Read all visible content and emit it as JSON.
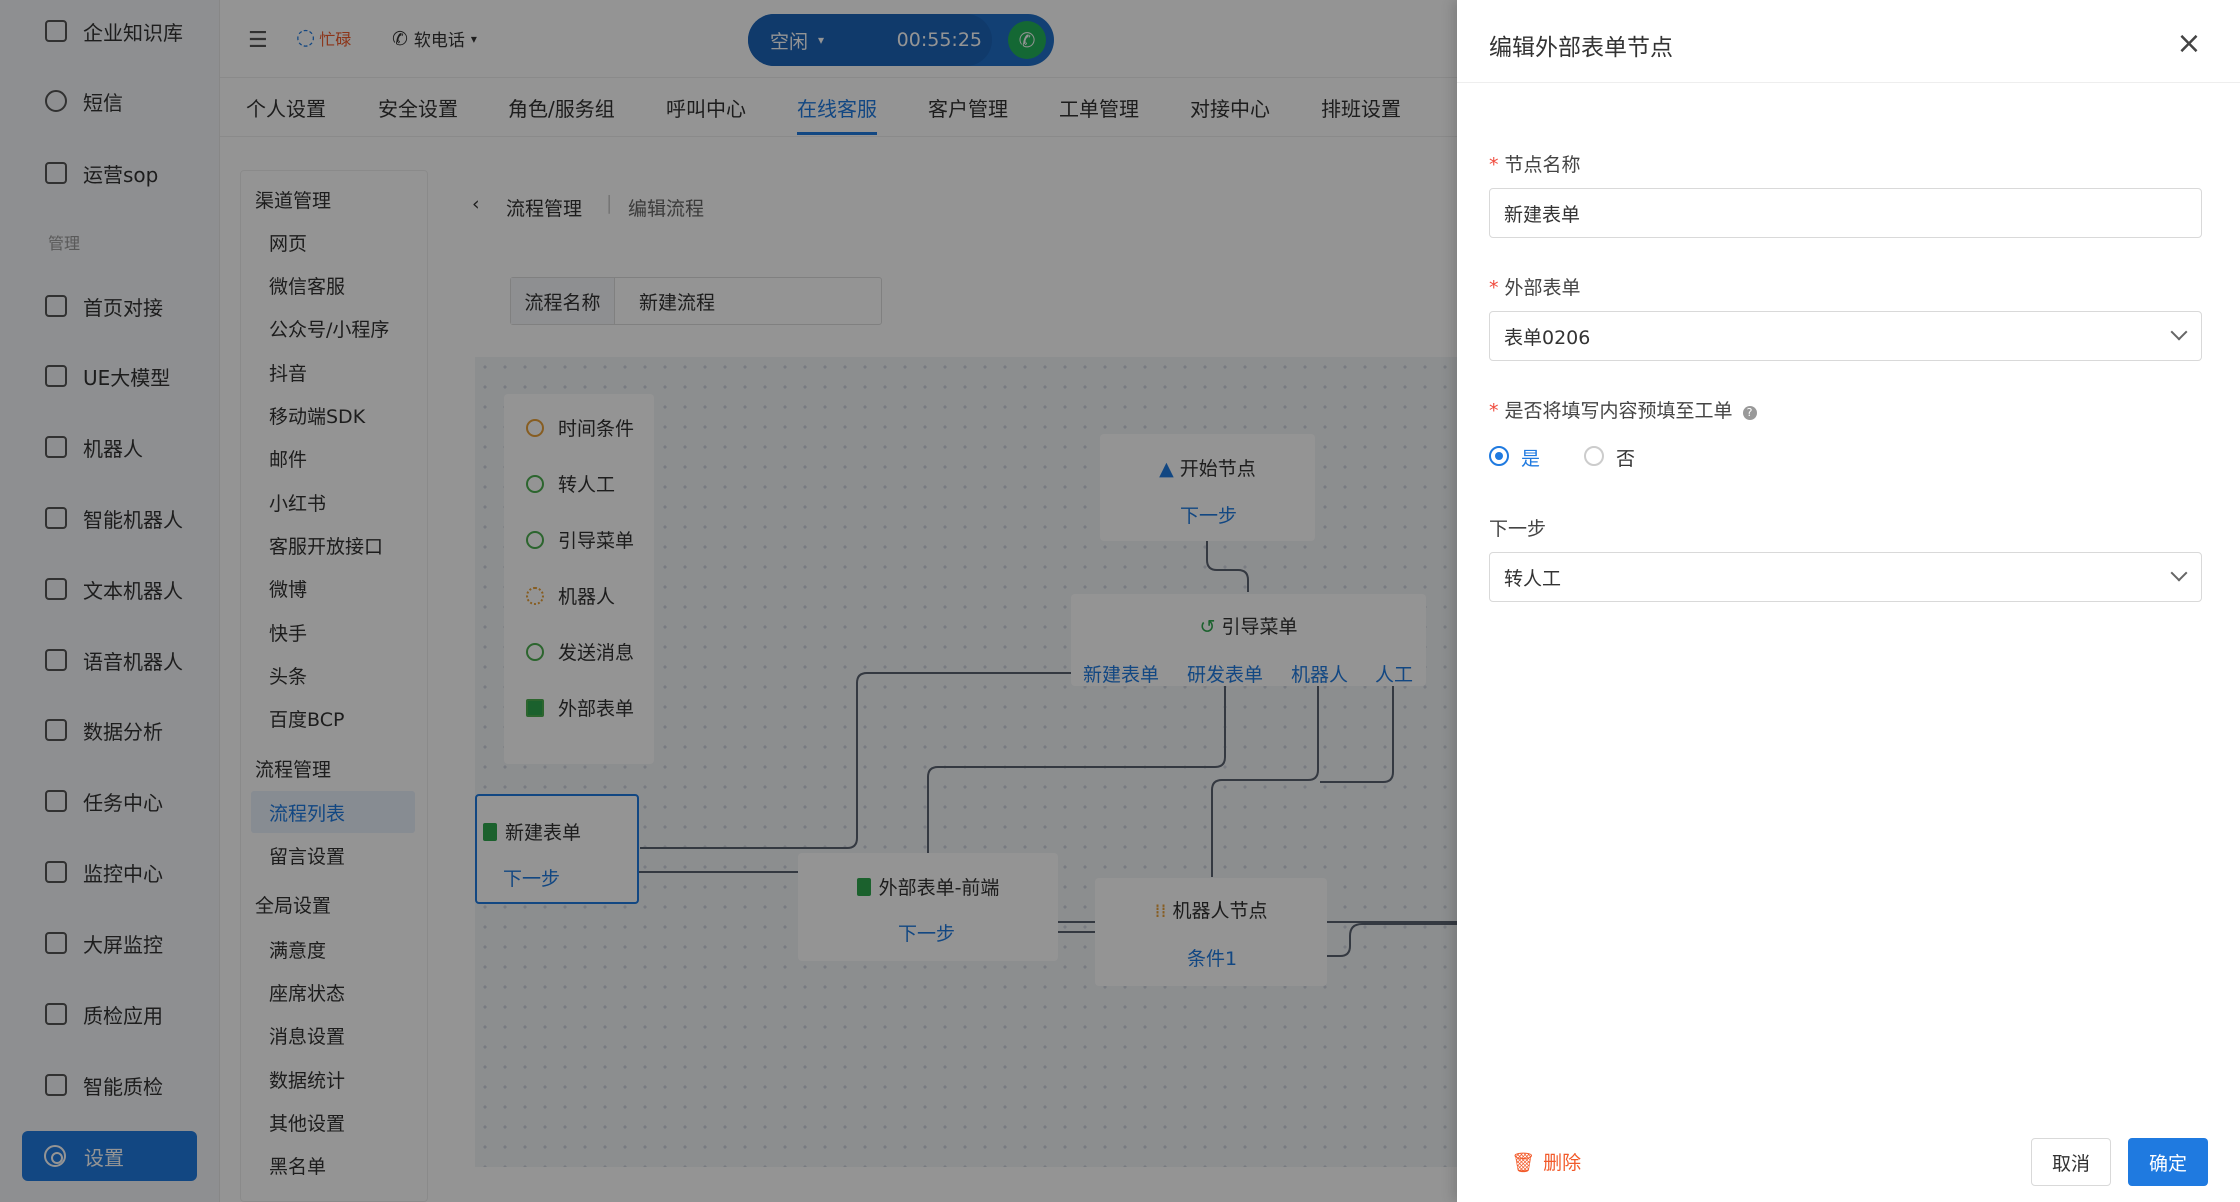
{
  "app_nav": {
    "items_top": [
      "企业知识库",
      "短信",
      "运营sop"
    ],
    "section_label": "管理",
    "items": [
      "首页对接",
      "UE大模型",
      "机器人",
      "智能机器人",
      "文本机器人",
      "语音机器人",
      "数据分析",
      "任务中心",
      "监控中心",
      "大屏监控",
      "质检应用",
      "智能质检"
    ],
    "settings_label": "设置"
  },
  "topbar": {
    "busy_label": "忙碌",
    "softphone_label": "软电话",
    "status_label": "空闲",
    "timer": "00:55:25"
  },
  "tabs": [
    "个人设置",
    "安全设置",
    "角色/服务组",
    "呼叫中心",
    "在线客服",
    "客户管理",
    "工单管理",
    "对接中心",
    "排班设置"
  ],
  "submenu": {
    "group1": "渠道管理",
    "channels": [
      "网页",
      "微信客服",
      "公众号/小程序",
      "抖音",
      "移动端SDK",
      "邮件",
      "小红书",
      "客服开放接口",
      "微博",
      "快手",
      "头条",
      "百度BCP"
    ],
    "group2": "流程管理",
    "flow_active": "流程列表",
    "flow_items": [
      "留言设置"
    ],
    "group3": "全局设置",
    "global_items": [
      "满意度",
      "座席状态",
      "消息设置",
      "数据统计",
      "其他设置",
      "黑名单"
    ]
  },
  "breadcrumb": {
    "parent": "流程管理",
    "current": "编辑流程"
  },
  "flow_name": {
    "label": "流程名称",
    "value": "新建流程"
  },
  "palette": [
    "时间条件",
    "转人工",
    "引导菜单",
    "机器人",
    "发送消息",
    "外部表单"
  ],
  "nodes": {
    "start": {
      "title": "开始节点",
      "port": "下一步"
    },
    "menu": {
      "title": "引导菜单",
      "ports": [
        "新建表单",
        "研发表单",
        "机器人",
        "人工"
      ]
    },
    "form_new": {
      "title": "新建表单",
      "port": "下一步"
    },
    "form_ext": {
      "title": "外部表单-前端",
      "port": "下一步"
    },
    "robot": {
      "title": "机器人节点",
      "port": "条件1"
    }
  },
  "drawer": {
    "title": "编辑外部表单节点",
    "node_name_label": "节点名称",
    "node_name_value": "新建表单",
    "ext_form_label": "外部表单",
    "ext_form_value": "表单0206",
    "prefill_label": "是否将填写内容预填至工单",
    "prefill_options": [
      "是",
      "否"
    ],
    "prefill_selected": "是",
    "next_label": "下一步",
    "next_value": "转人工",
    "delete_label": "删除",
    "cancel_label": "取消",
    "ok_label": "确定"
  },
  "colors": {
    "accent": "#1f7ae0",
    "danger": "#f25a2a",
    "call_green": "#24b35a"
  }
}
